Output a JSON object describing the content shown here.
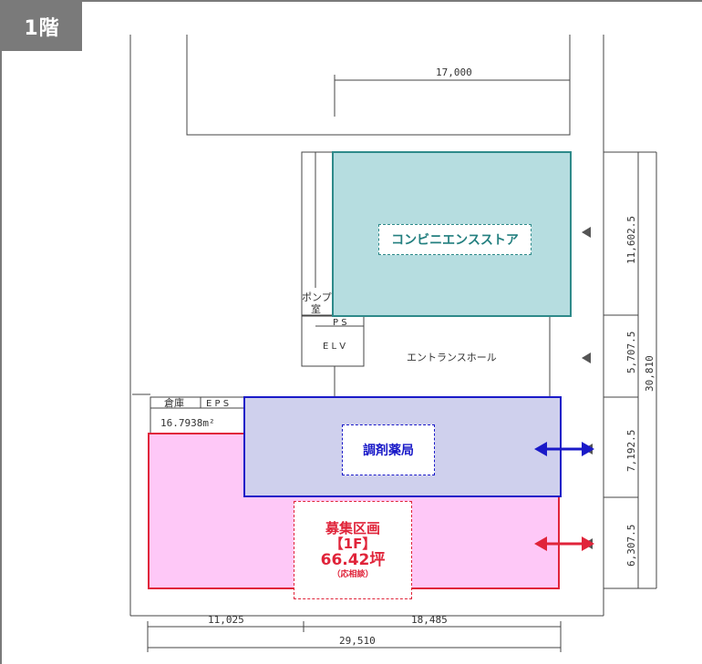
{
  "floor": {
    "label": "1階"
  },
  "tenants": {
    "convenience_store": {
      "label": "コンビニエンスストア",
      "color": "#b6dde0"
    },
    "pharmacy": {
      "label": "調剤薬局",
      "color": "#cfd0ed"
    },
    "recruitment": {
      "line1": "募集区画",
      "line2": "【1F】",
      "area": "66.42坪",
      "note": "（応相談）",
      "color": "#fec8f7"
    }
  },
  "rooms": {
    "pump_room_line1": "ポンプ",
    "pump_room_line2": "室",
    "ps": "P S",
    "elv": "E L V",
    "entrance_hall": "エントランスホール",
    "storage": "倉庫",
    "eps": "E P S",
    "storage_area": "16.7938m²"
  },
  "dimensions": {
    "top": "17,000",
    "bottom_left": "11,025",
    "bottom_right": "18,485",
    "bottom_total": "29,510",
    "right_1": "11,602.5",
    "right_2": "5,707.5",
    "right_3": "7,192.5",
    "right_4": "6,307.5",
    "right_total": "30,810"
  }
}
